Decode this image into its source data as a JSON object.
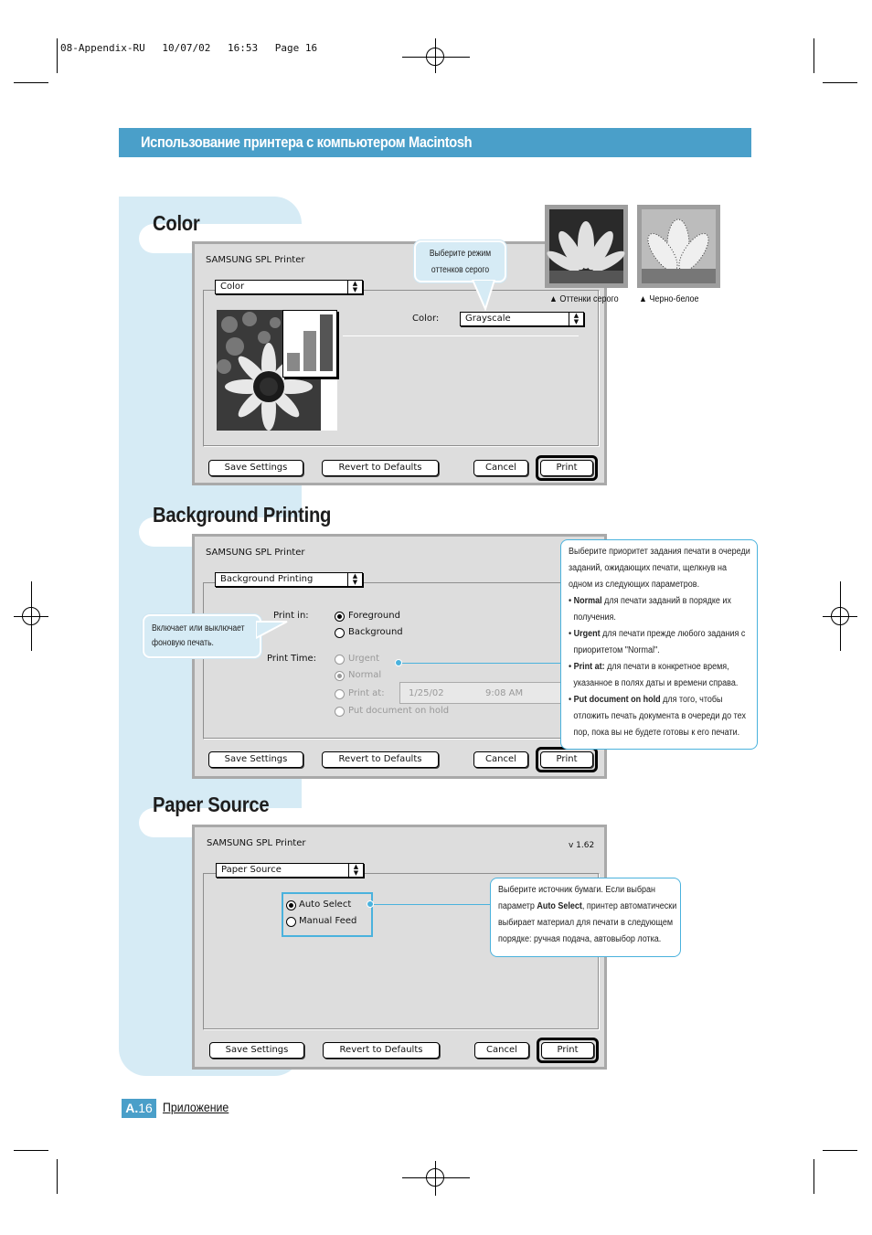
{
  "print_slug": {
    "file": "08-Appendix-RU",
    "date": "10/07/02",
    "time": "16:53",
    "page": "Page 16"
  },
  "header": {
    "title": "Использование принтера с компьютером Macintosh"
  },
  "sections": {
    "color": {
      "title": "Color"
    },
    "background": {
      "title": "Background Printing"
    },
    "paper": {
      "title": "Paper Source"
    }
  },
  "dialog_common": {
    "printer_name": "SAMSUNG SPL Printer",
    "save_label": "Save Settings",
    "revert_label": "Revert to Defaults",
    "cancel_label": "Cancel",
    "print_label": "Print"
  },
  "color_dialog": {
    "panel_popup": "Color",
    "color_label": "Color:",
    "color_value": "Grayscale",
    "callout": [
      "Выберите режим",
      "оттенков серого"
    ]
  },
  "thumbnails": [
    {
      "caption": "Оттенки серого",
      "icon": "triangle-up-icon"
    },
    {
      "caption": "Черно-белое",
      "icon": "triangle-up-icon"
    }
  ],
  "background_dialog": {
    "panel_popup": "Background Printing",
    "print_in_label": "Print in:",
    "foreground": "Foreground",
    "background": "Background",
    "print_time_label": "Print Time:",
    "urgent": "Urgent",
    "normal": "Normal",
    "print_at": "Print at:",
    "date": "1/25/02",
    "time": "9:08 AM",
    "put_on_hold": "Put document on hold",
    "left_callout": [
      "Включает или выключает",
      "фоновую печать."
    ],
    "right_callout": {
      "intro": [
        "Выберите приоритет задания печати в очереди",
        "заданий, ожидающих печати, щелкнув на",
        "одном из следующих параметров."
      ],
      "items": [
        {
          "term": "Normal",
          "lines": [
            " для печати заданий в порядке их",
            "получения."
          ]
        },
        {
          "term": "Urgent",
          "lines": [
            " для печати прежде любого задания с",
            "приоритетом \"Normal\"."
          ]
        },
        {
          "term": "Print at:",
          "lines": [
            " для печати в конкретное время,",
            "указанное в полях даты и времени справа."
          ]
        },
        {
          "term": "Put document on hold",
          "lines": [
            " для того, чтобы",
            "отложить печать документа в очереди до тех",
            "пор, пока вы не будете готовы к его печати."
          ]
        }
      ]
    }
  },
  "paper_dialog": {
    "panel_popup": "Paper Source",
    "version": "v 1.62",
    "auto_select": "Auto Select",
    "manual_feed": "Manual Feed",
    "callout": {
      "l1": "Выберите источник бумаги. Если выбран",
      "l2a": "параметр ",
      "l2b": "Auto Select",
      "l2c": ", принтер автоматически",
      "l3": "выбирает материал для печати в следующем",
      "l4": "порядке:  ручная подача, автовыбор лотка."
    }
  },
  "footer": {
    "badge_prefix": "A.",
    "badge_num": "16",
    "text": "Приложение"
  },
  "colors": {
    "accent": "#4a9fc9",
    "panel": "#d6ebf5",
    "callout_border": "#4ab2dd"
  }
}
